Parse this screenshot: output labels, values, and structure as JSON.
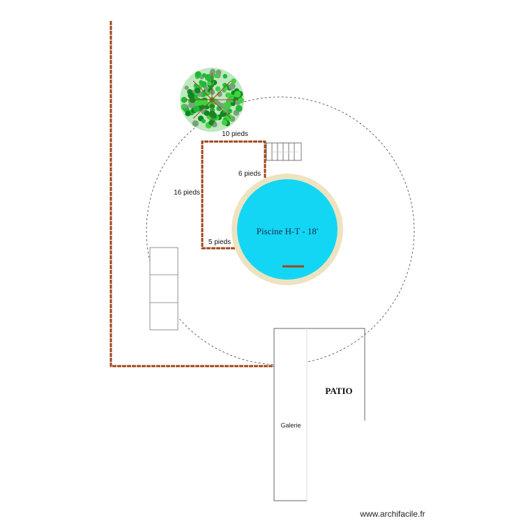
{
  "labels": {
    "top_wall": "10 pieds",
    "right_wall": "6 pieds",
    "left_wall": "16 pieds",
    "bottom_wall": "5 pieds",
    "pool": "Piscine H-T - 18'",
    "patio": "PATIO",
    "galerie": "Galerie"
  },
  "watermark": "www.archifacile.fr",
  "colors": {
    "fence": "#a0461c",
    "pool_water": "#12d6f4",
    "pool_rim": "#ede3c0",
    "tree_light": "#3fd23f",
    "tree_dark": "#0c8a22"
  }
}
